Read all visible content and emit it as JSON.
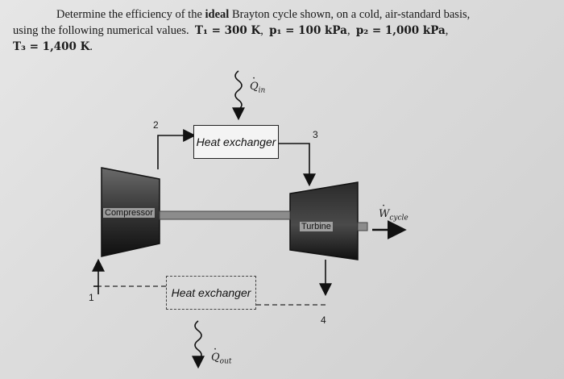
{
  "problem": {
    "line1_pre": "Determine the efficiency of the ",
    "line1_bold": "ideal",
    "line1_post": " Brayton cycle shown, on a cold, air-standard basis,",
    "line2_pre": "using the following numerical values.",
    "t1": "T₁ = 300 K",
    "p1": "p₁ = 100 kPa",
    "p2": "p₂ = 1,000 kPa",
    "t3": "T₃ = 1,400 K",
    "sep": ",",
    "end": "."
  },
  "diagram": {
    "hx_top": "Heat exchanger",
    "hx_bottom": "Heat exchanger",
    "compressor": "Compressor",
    "turbine": "Turbine",
    "states": [
      "1",
      "2",
      "3",
      "4"
    ],
    "q_in_main": "Q",
    "q_in_sub": "in",
    "q_out_main": "Q",
    "q_out_sub": "out",
    "w_main": "W",
    "w_sub": "cycle"
  }
}
